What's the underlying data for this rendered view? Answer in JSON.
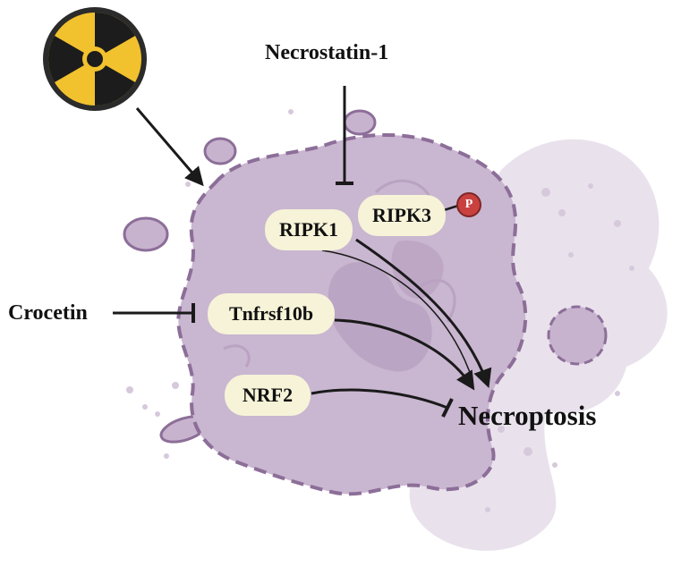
{
  "icons": {
    "radiation": "radiation-icon",
    "phosphate": "phosphorylation-icon"
  },
  "colors": {
    "cell_body": "#c9b6d0",
    "cell_border": "#8c6e98",
    "background_cell": "#e6dde9",
    "node_fill": "#f6f3d8",
    "phospho": "#c9413f",
    "radiation_yellow": "#f2c12e"
  },
  "inhibitors": {
    "necrostatin": "Necrostatin-1",
    "crocetin": "Crocetin"
  },
  "nodes": {
    "ripk1": "RIPK1",
    "ripk3": "RIPK3",
    "tnfrsf10b": "Tnfrsf10b",
    "nrf2": "NRF2"
  },
  "phospho_label": "P",
  "outcome": "Necroptosis"
}
